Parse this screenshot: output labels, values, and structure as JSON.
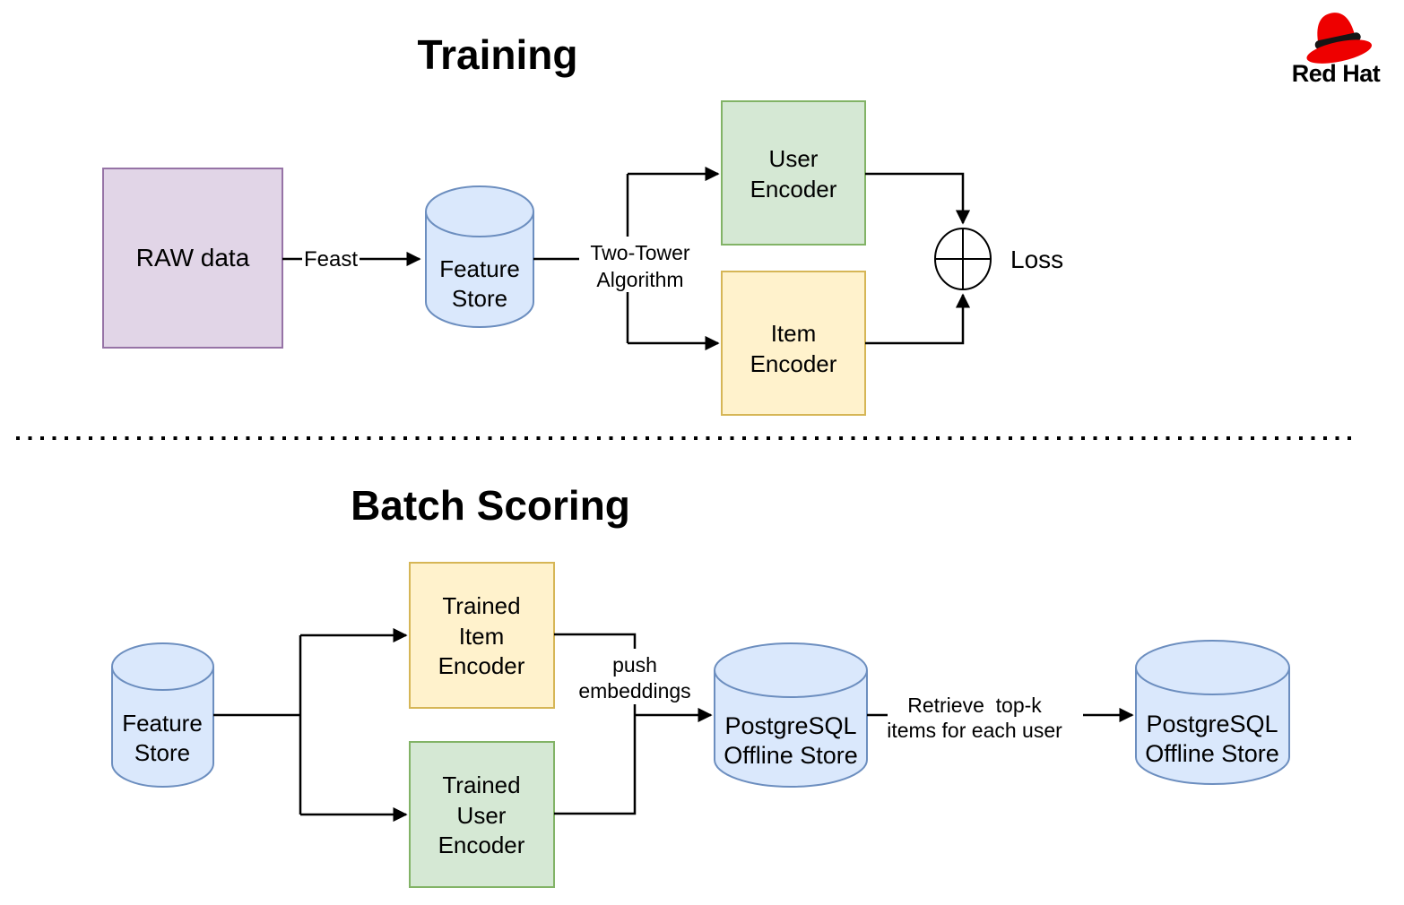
{
  "titles": {
    "training": "Training",
    "batch_scoring": "Batch Scoring"
  },
  "logo": {
    "brand": "Red Hat"
  },
  "palette": {
    "purple_fill": "#E1D5E7",
    "purple_stroke": "#9673A6",
    "blue_fill": "#DAE8FC",
    "blue_stroke": "#6C8EBF",
    "green_fill": "#D5E8D4",
    "green_stroke": "#82B366",
    "yellow_fill": "#FFF2CC",
    "yellow_stroke": "#D6B656",
    "edge_color": "#000000",
    "hat_red": "#EE0000",
    "brand_text": "#151515"
  },
  "training": {
    "raw_data_label": "RAW data",
    "feast_edge_label": "Feast",
    "feature_store_line1": "Feature",
    "feature_store_line2": "Store",
    "two_tower_line1": "Two-Tower",
    "two_tower_line2": "Algorithm",
    "user_encoder_line1": "User",
    "user_encoder_line2": "Encoder",
    "item_encoder_line1": "Item",
    "item_encoder_line2": "Encoder",
    "loss_label": "Loss"
  },
  "batch_scoring": {
    "feature_store_line1": "Feature",
    "feature_store_line2": "Store",
    "trained_item_line1": "Trained",
    "trained_item_line2": "Item",
    "trained_item_line3": "Encoder",
    "trained_user_line1": "Trained",
    "trained_user_line2": "User",
    "trained_user_line3": "Encoder",
    "push_line1": "push",
    "push_line2": "embeddings",
    "postgres_left_line1": "PostgreSQL",
    "postgres_left_line2": "Offline Store",
    "retrieve_line1": "Retrieve  top-k",
    "retrieve_line2": "items for each user",
    "postgres_right_line1": "PostgreSQL",
    "postgres_right_line2": "Offline Store"
  }
}
